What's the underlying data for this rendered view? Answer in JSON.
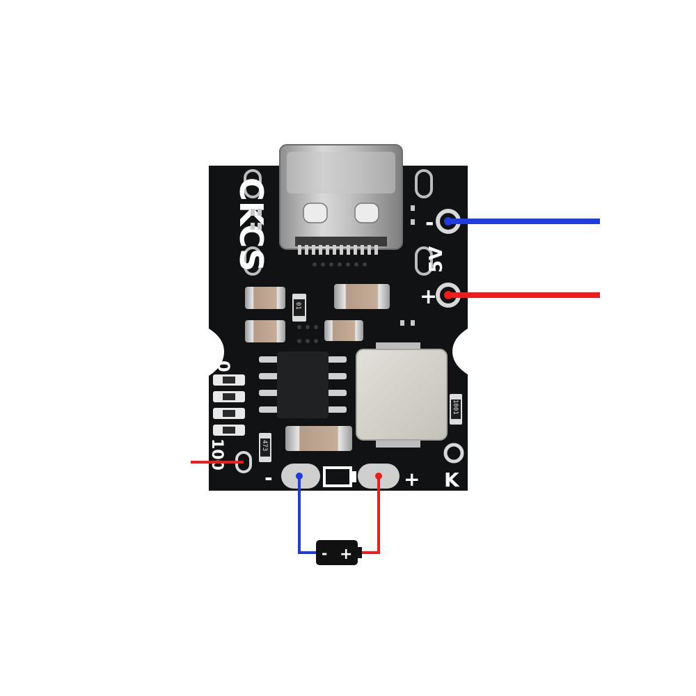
{
  "board": {
    "brand_text": "CKCS",
    "colors": {
      "pcb": "#111213",
      "silkscreen": "#ffffff",
      "wire_negative": "#1f3ce0",
      "wire_positive": "#ee1c1c"
    }
  },
  "labels": {
    "output_voltage": "5V",
    "output_minus": "-",
    "output_plus": "+",
    "battery_minus": "-",
    "battery_plus": "+",
    "key": "K",
    "level_low": "0",
    "level_high": "100"
  },
  "components": {
    "resistor_top": "01",
    "resistor_left": "473",
    "resistor_right": "1001"
  },
  "battery_symbol": {
    "minus": "-",
    "plus": "+"
  }
}
